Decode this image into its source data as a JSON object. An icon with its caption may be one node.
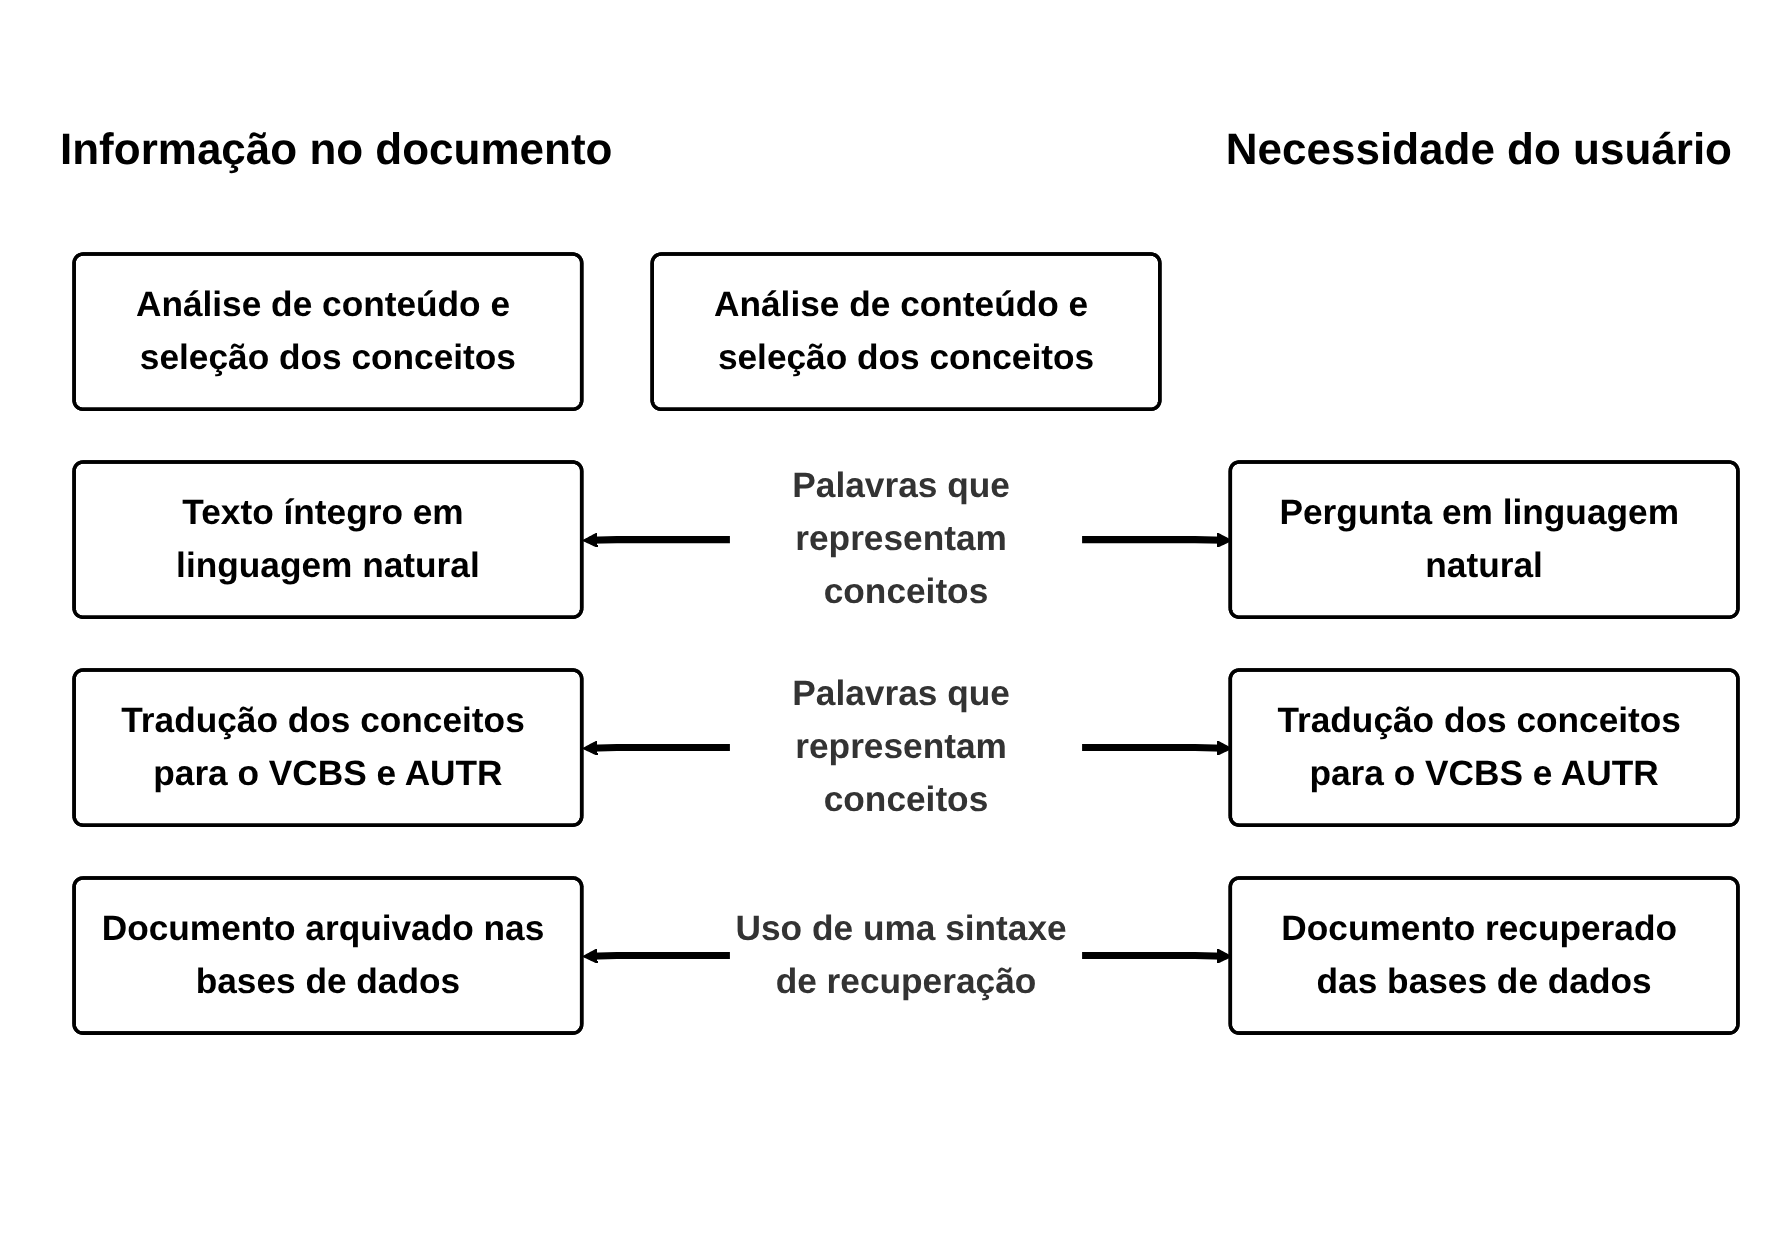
{
  "diagram": {
    "nodes": [
      {
        "text": [
          "Texto íntegro em linguagem natural"
        ]
      },
      {
        "text": [
          "Pergunta em linguagem natural"
        ]
      },
      {
        "text": [
          "Análise de conteúdo e seleção dos conceitos"
        ]
      },
      {
        "text": [
          "Análise de conteúdo e seleção dos conceitos"
        ]
      },
      {
        "text": [
          "Tradução dos conceitos para o VCBS e AUTR"
        ]
      },
      {
        "text": [
          "Tradução dos conceitos para o VCBS e AUTR"
        ]
      },
      {
        "text": [
          "Documento arquivado nas bases de dados"
        ]
      },
      {
        "text": [
          "Documento recuperado das bases de dados"
        ]
      }
    ],
    "edges": [
      {
        "from": 0,
        "to": 1,
        "arrow": "both",
        "label": "Palavras que representam conceitos"
      },
      {
        "from": 4,
        "to": 5,
        "arrow": "both",
        "label": "Palavras que representam conceitos"
      },
      {
        "from": 6,
        "to": 7,
        "arrow": "both",
        "label": "Uso de uma sintaxe de recuperação"
      }
    ],
    "labels": [
      "Informação no documento",
      "Necessidade do usuário"
    ]
  }
}
